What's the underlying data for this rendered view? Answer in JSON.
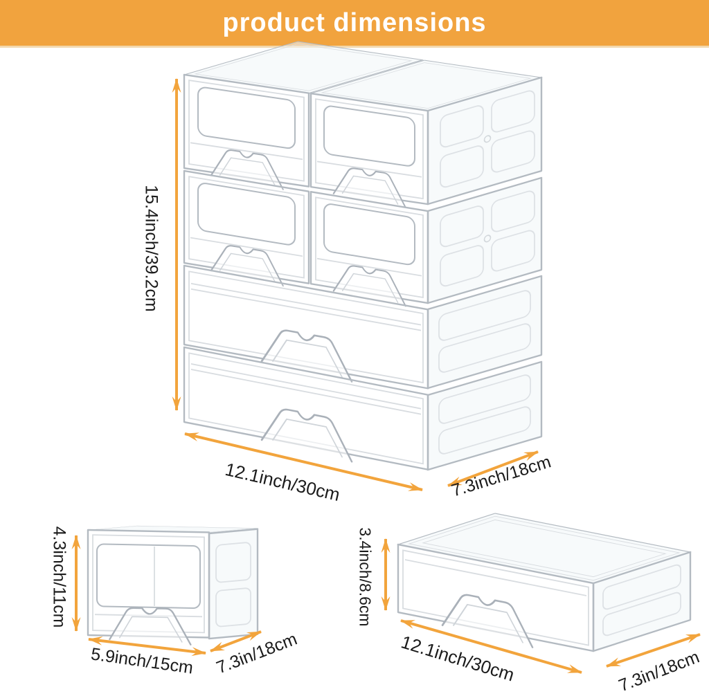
{
  "banner": {
    "title": "product dimensions"
  },
  "colors": {
    "banner_orange": "#F1A33E",
    "arrow_orange": "#F2A43C",
    "label_color": "#1B1B1B",
    "line_gray": "#B3BAC1"
  },
  "products": {
    "main_stack": {
      "height_label": "15.4inch/39.2cm",
      "width_label": "12.1inch/30cm",
      "depth_label": "7.3inch/18cm"
    },
    "cube_box": {
      "height_label": "4.3inch/11cm",
      "width_label": "5.9inch/15cm",
      "depth_label": "7.3in/18cm"
    },
    "flat_drawer": {
      "height_label": "3.4inch/8.6cm",
      "width_label": "12.1inch/30cm",
      "depth_label": "7.3in/18cm"
    }
  }
}
